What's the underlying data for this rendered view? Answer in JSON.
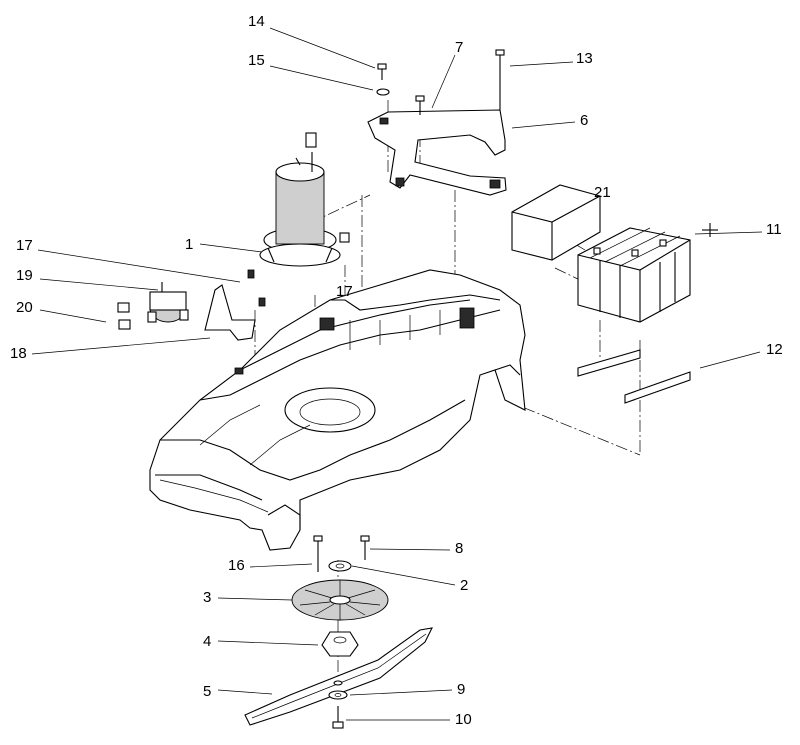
{
  "callouts": [
    {
      "id": "c14",
      "label": "14"
    },
    {
      "id": "c7",
      "label": "7"
    },
    {
      "id": "c15",
      "label": "15"
    },
    {
      "id": "c13",
      "label": "13"
    },
    {
      "id": "c6",
      "label": "6"
    },
    {
      "id": "c21",
      "label": "21"
    },
    {
      "id": "c1",
      "label": "1"
    },
    {
      "id": "c11",
      "label": "11"
    },
    {
      "id": "c17a",
      "label": "17"
    },
    {
      "id": "c19",
      "label": "19"
    },
    {
      "id": "c17b",
      "label": "17"
    },
    {
      "id": "c20",
      "label": "20"
    },
    {
      "id": "c18",
      "label": "18"
    },
    {
      "id": "c12",
      "label": "12"
    },
    {
      "id": "c8",
      "label": "8"
    },
    {
      "id": "c16",
      "label": "16"
    },
    {
      "id": "c2",
      "label": "2"
    },
    {
      "id": "c3",
      "label": "3"
    },
    {
      "id": "c4",
      "label": "4"
    },
    {
      "id": "c9",
      "label": "9"
    },
    {
      "id": "c5",
      "label": "5"
    },
    {
      "id": "c10",
      "label": "10"
    }
  ]
}
